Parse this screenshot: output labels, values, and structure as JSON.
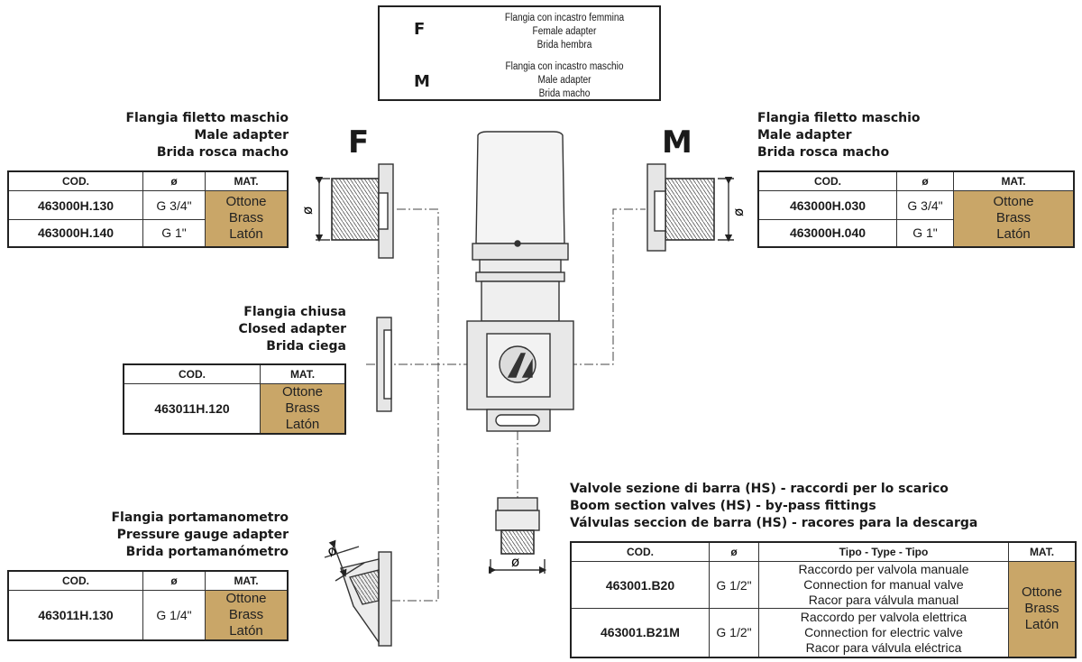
{
  "legend": {
    "f_letter": "F",
    "f_lines": [
      "Flangia con incastro femmina",
      "Female adapter",
      "Brida hembra"
    ],
    "m_letter": "M",
    "m_lines": [
      "Flangia con incastro maschio",
      "Male adapter",
      "Brida macho"
    ]
  },
  "left_top": {
    "heading": [
      "Flangia filetto maschio",
      "Male adapter",
      "Brida rosca macho"
    ],
    "big_letter": "F",
    "headers": [
      "COD.",
      "ø",
      "MAT."
    ],
    "rows": [
      {
        "code": "463000H.130",
        "dim": "G 3/4\""
      },
      {
        "code": "463000H.140",
        "dim": "G 1\""
      }
    ],
    "material": [
      "Ottone",
      "Brass",
      "Latón"
    ]
  },
  "right_top": {
    "heading": [
      "Flangia filetto maschio",
      "Male adapter",
      "Brida rosca macho"
    ],
    "big_letter": "M",
    "headers": [
      "COD.",
      "ø",
      "MAT."
    ],
    "rows": [
      {
        "code": "463000H.030",
        "dim": "G 3/4\""
      },
      {
        "code": "463000H.040",
        "dim": "G 1\""
      }
    ],
    "material": [
      "Ottone",
      "Brass",
      "Latón"
    ]
  },
  "closed": {
    "heading": [
      "Flangia chiusa",
      "Closed adapter",
      "Brida ciega"
    ],
    "headers": [
      "COD.",
      "MAT."
    ],
    "code": "463011H.120",
    "material": [
      "Ottone",
      "Brass",
      "Latón"
    ]
  },
  "gauge": {
    "heading": [
      "Flangia portamanometro",
      "Pressure gauge adapter",
      "Brida portamanómetro"
    ],
    "headers": [
      "COD.",
      "ø",
      "MAT."
    ],
    "code": "463011H.130",
    "dim": "G 1/4\"",
    "material": [
      "Ottone",
      "Brass",
      "Latón"
    ]
  },
  "bypass": {
    "heading": [
      "Valvole sezione di barra (HS) - raccordi per lo scarico",
      "Boom section valves (HS) - by-pass fittings",
      "Válvulas seccion de barra (HS) - racores para la descarga"
    ],
    "headers": [
      "COD.",
      "ø",
      "Tipo - Type - Tipo",
      "MAT."
    ],
    "rows": [
      {
        "code": "463001.B20",
        "dim": "G 1/2\"",
        "desc": [
          "Raccordo per valvola manuale",
          "Connection for manual valve",
          "Racor para válvula manual"
        ]
      },
      {
        "code": "463001.B21M",
        "dim": "G 1/2\"",
        "desc": [
          "Raccordo per valvola elettrica",
          "Connection for electric valve",
          "Racor para válvula eléctrica"
        ]
      }
    ],
    "material": [
      "Ottone",
      "Brass",
      "Latón"
    ]
  },
  "diameter_symbol": "ø",
  "colors": {
    "brass": "#c9a668",
    "line": "#333333",
    "part_fill": "#e6e6e6"
  }
}
